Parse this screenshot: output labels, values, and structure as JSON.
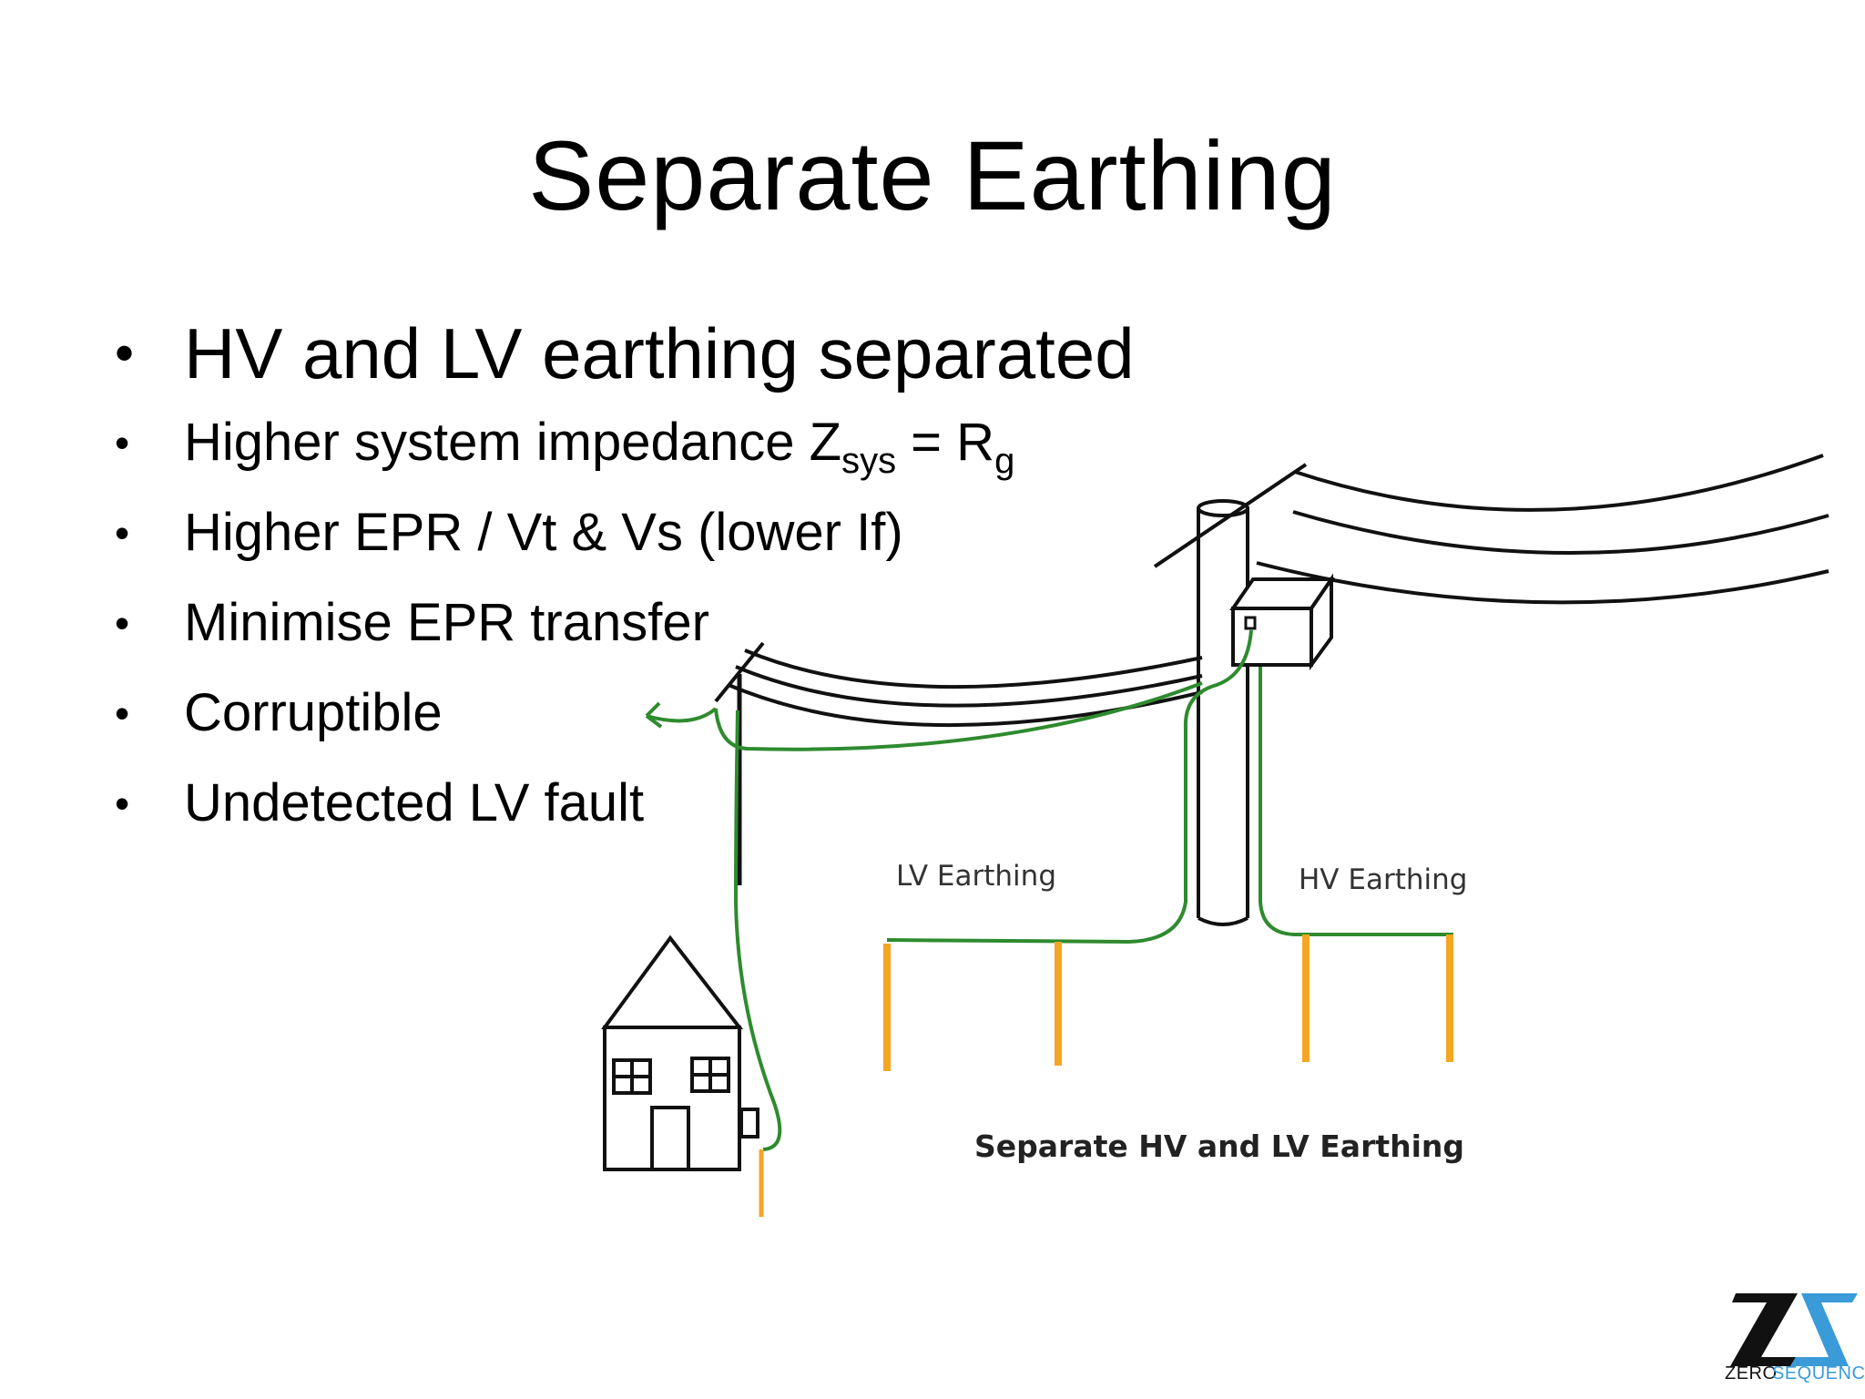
{
  "slide": {
    "title": "Separate Earthing",
    "bullets": [
      {
        "text": "HV and LV earthing separated",
        "level": "main"
      },
      {
        "text": "Higher system impedance Z",
        "sub1": "sys",
        "mid": " = R",
        "sub2": "g",
        "level": "sub"
      },
      {
        "text": "Higher EPR / Vt & Vs (lower If)",
        "level": "sub"
      },
      {
        "text": "Minimise EPR transfer",
        "level": "sub"
      },
      {
        "text": "Corruptible",
        "level": "sub"
      },
      {
        "text": "Undetected LV fault",
        "level": "sub"
      }
    ],
    "bullet_symbol": "•"
  },
  "diagram": {
    "lv_label": "LV Earthing",
    "hv_label": "HV Earthing",
    "caption": "Separate HV and LV Earthing",
    "colors": {
      "line": "#111111",
      "earth_conductor": "#2e8b2e",
      "electrode": "#f5a623"
    }
  },
  "logo": {
    "part1": "ZERO",
    "part2": "SEQUENCE",
    "colors": {
      "dark": "#111111",
      "accent": "#3a9bd8"
    }
  }
}
